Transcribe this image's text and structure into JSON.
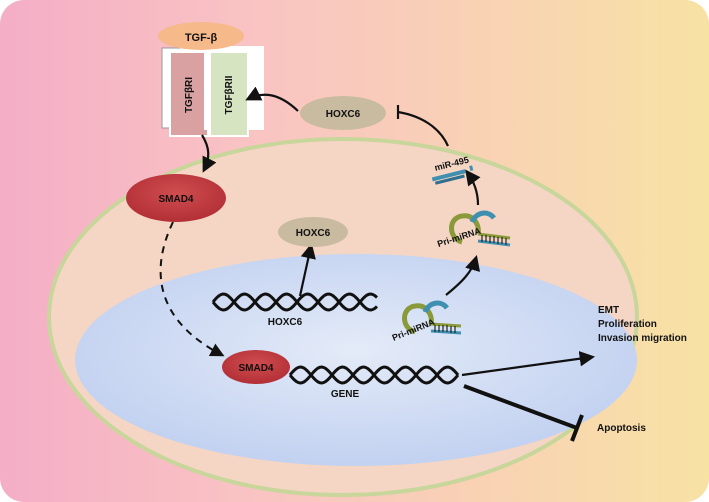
{
  "receptor": {
    "ligand": "TGF-β",
    "receptor_1": "TGFβRI",
    "receptor_2": "TGFβRII"
  },
  "proteins": {
    "hoxc6_cytoplasm": "HOXC6",
    "hoxc6_nucleus": "HOXC6",
    "smad4_cytoplasm": "SMAD4",
    "smad4_nucleus": "SMAD4"
  },
  "genes": {
    "hoxc6_gene": "HOXC6",
    "target_gene": "GENE"
  },
  "rna": {
    "mirna": "miR-495",
    "pri_mirna_upper": "Pri-miRNA",
    "pri_mirna_lower": "Pri-miRNA"
  },
  "outcomes": {
    "emt": "EMT",
    "proliferation": "Proliferation",
    "invasion": "Invasion migration",
    "apoptosis": "Apoptosis"
  },
  "colors": {
    "background_left": "#f6b6c8",
    "background_right": "#f7dfa3",
    "cell_border": "#c9d6a1",
    "nucleus_fill": "#c9d8f2",
    "hoxc6_protein": "#c9bba0",
    "smad4": "#c0393f",
    "receptor_1": "#d9a1a1",
    "receptor_2": "#d7e4c2",
    "ligand": "#f6b98a",
    "hairpin_green": "#8a9a3a",
    "hairpin_blue": "#3f8fb0"
  }
}
